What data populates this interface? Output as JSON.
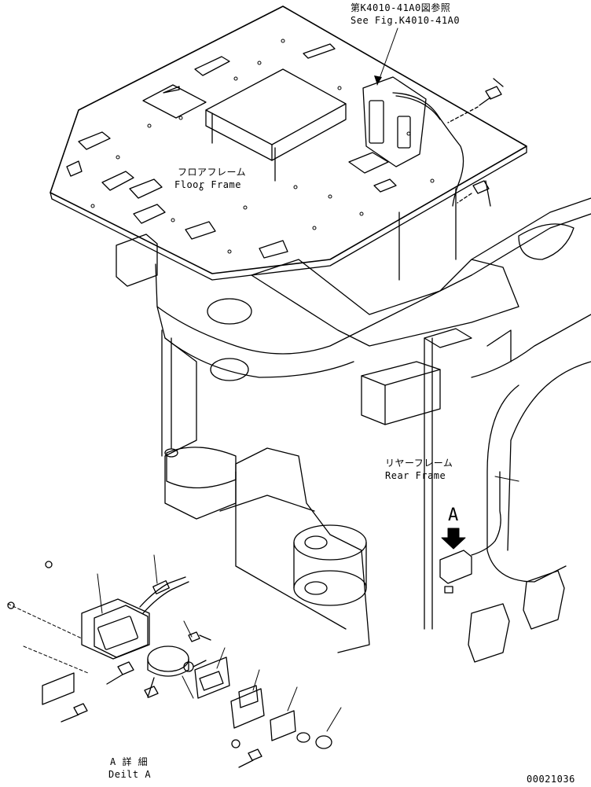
{
  "labels": {
    "ref_jp": "第K4010-41A0図参照",
    "ref_en": "See Fig.K4010-41A0",
    "floor_jp": "フロアフレーム",
    "floor_en": "Floor Frame",
    "rear_jp": "リヤーフレーム",
    "rear_en": "Rear Frame",
    "view_letter": "A",
    "detail_jp": "A 詳 細",
    "detail_en": "Deilt A",
    "drawing_number": "00021036"
  },
  "colors": {
    "line": "#000000",
    "background": "#ffffff"
  }
}
